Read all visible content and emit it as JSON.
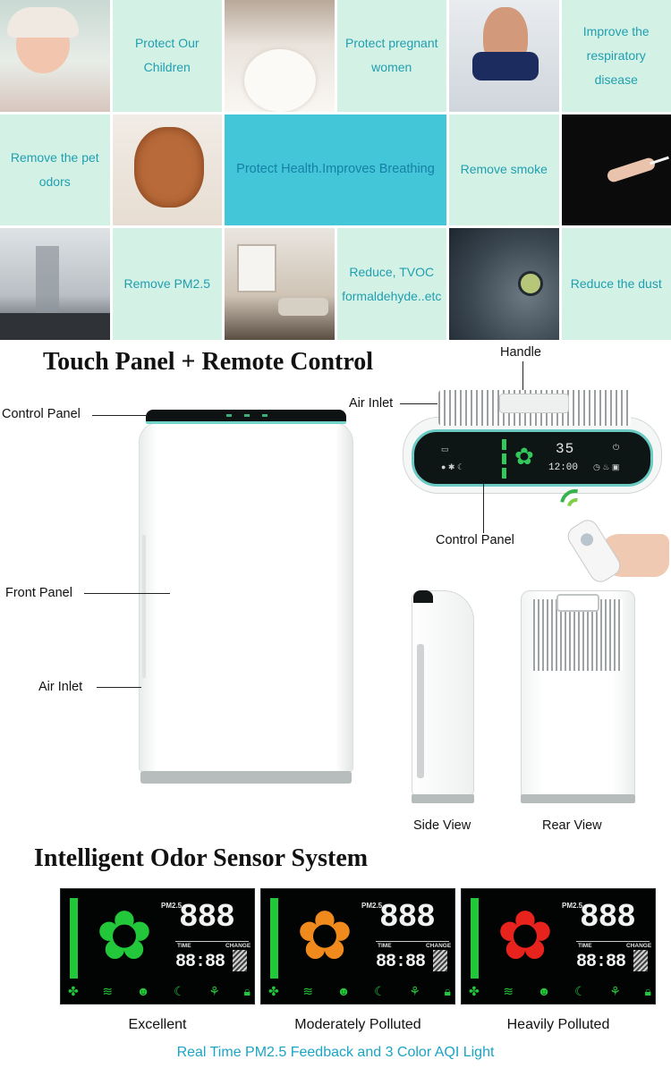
{
  "benefits": {
    "protect_children": "Protect Our Children",
    "protect_pregnant": "Protect pregnant women",
    "improve_respiratory": "Improve the respiratory disease",
    "remove_pet_odors": "Remove the pet odors",
    "protect_health": "Protect Health.Improves Breathing",
    "remove_smoke": "Remove smoke",
    "remove_pm25": "Remove PM2.5",
    "reduce_tvoc": "Reduce, TVOC formaldehyde..etc",
    "reduce_dust": "Reduce the dust"
  },
  "touch_section": {
    "heading": "Touch Panel + Remote Control",
    "labels": {
      "control_panel_left": "Control Panel",
      "front_panel": "Front Panel",
      "air_inlet_left": "Air Inlet",
      "handle": "Handle",
      "air_inlet_top": "Air Inlet",
      "control_panel_right": "Control Panel",
      "side_view": "Side View",
      "rear_view": "Rear View"
    },
    "display": {
      "pm_value": "35",
      "time_value": "12:00"
    }
  },
  "sensor_section": {
    "heading": "Intelligent Odor Sensor System",
    "panels": [
      {
        "caption": "Excellent",
        "fan_color": "#22c73a",
        "pm_label": "PM2.5",
        "pm_digits": "888",
        "time_label": "TIME",
        "change_label": "CHANGE",
        "clock": "88:88"
      },
      {
        "caption": "Moderately Polluted",
        "fan_color": "#f08a1c",
        "pm_label": "PM2.5",
        "pm_digits": "888",
        "time_label": "TIME",
        "change_label": "CHANGE",
        "clock": "88:88"
      },
      {
        "caption": "Heavily Polluted",
        "fan_color": "#e8231e",
        "pm_label": "PM2.5",
        "pm_digits": "888",
        "time_label": "TIME",
        "change_label": "CHANGE",
        "clock": "88:88"
      }
    ],
    "footer": "Real Time PM2.5 Feedback and 3 Color AQI Light"
  },
  "colors": {
    "accent_teal": "#42c6d8",
    "tile_mint": "#d4f1e6",
    "text_teal": "#1f9fb0",
    "footer_blue": "#1ba4c4",
    "panel_trim": "#6bcac4"
  },
  "icons": [
    "fan-icon",
    "filter-icon",
    "child-lock-icon",
    "sleep-icon",
    "timer-icon",
    "wifi-icon"
  ]
}
